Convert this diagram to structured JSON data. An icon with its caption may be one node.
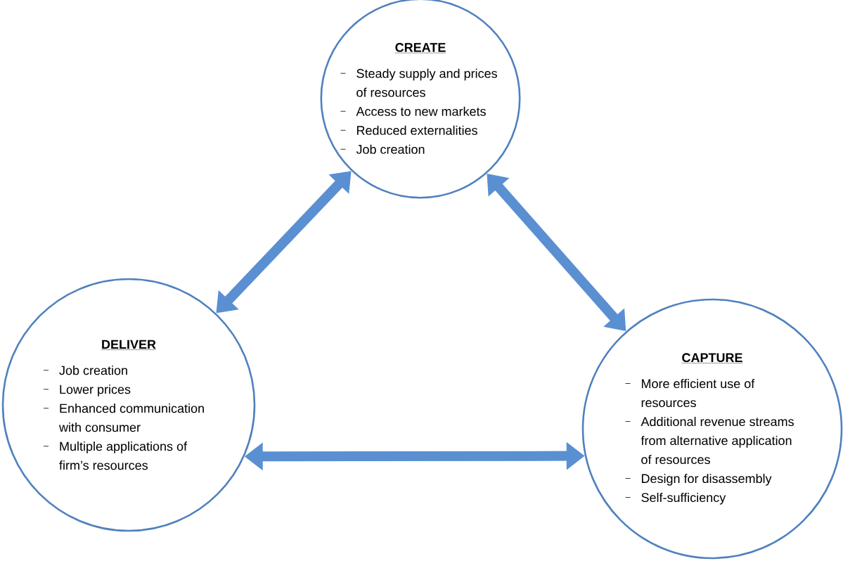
{
  "diagram": {
    "nodes": [
      {
        "text": [
          "CREATE",
          "Steady supply and prices of resources",
          "Access to new markets",
          "Reduced externalities",
          "Job creation"
        ]
      },
      {
        "text": [
          "DELIVER",
          "Job creation",
          "Lower prices",
          "Enhanced communication with consumer",
          "Multiple applications of firm’s resources"
        ]
      },
      {
        "text": [
          "CAPTURE",
          "More efficient use of resources",
          "Additional revenue streams from alternative application of resources",
          "Design for disassembly",
          "Self-sufficiency"
        ]
      }
    ],
    "edges": [
      {
        "from": 0,
        "to": 1,
        "arrow": "both"
      },
      {
        "from": 0,
        "to": 2,
        "arrow": "both"
      },
      {
        "from": 1,
        "to": 2,
        "arrow": "both"
      }
    ]
  }
}
